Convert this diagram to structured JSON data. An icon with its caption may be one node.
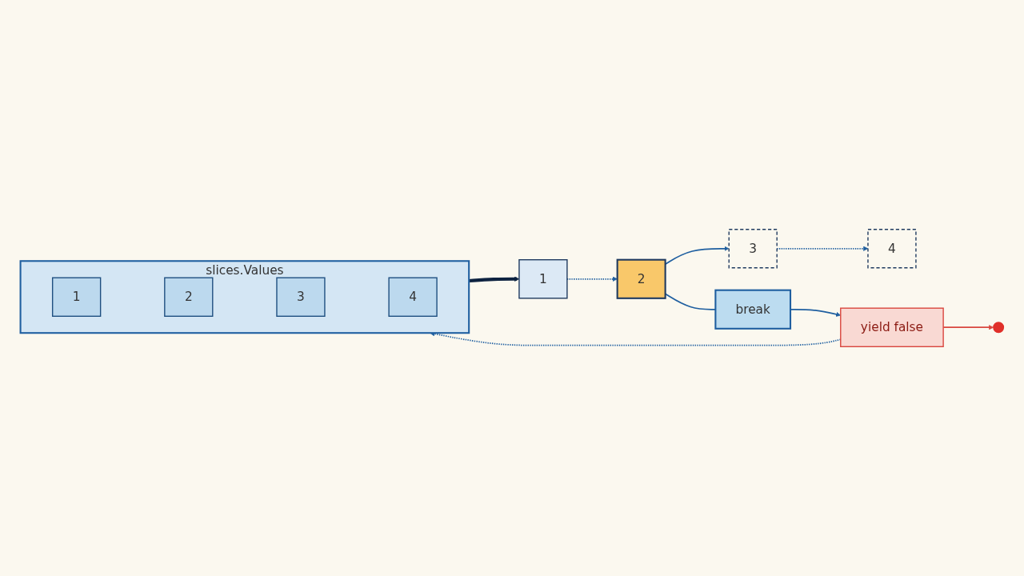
{
  "diagram": {
    "nodes": [
      {
        "text": [
          "slices.Values"
        ]
      },
      {
        "text": [
          "1"
        ],
        "in": 0
      },
      {
        "text": [
          "2"
        ],
        "in": 0
      },
      {
        "text": [
          "3"
        ],
        "in": 0
      },
      {
        "text": [
          "4"
        ],
        "in": 0
      },
      {
        "text": [
          "1"
        ]
      },
      {
        "text": [
          "2"
        ]
      },
      {
        "text": [
          "3"
        ]
      },
      {
        "text": [
          "4"
        ]
      },
      {
        "text": [
          "break"
        ]
      },
      {
        "text": [
          "yield false"
        ]
      },
      {
        "text": [],
        "shape": "circle"
      }
    ],
    "edges": [
      {
        "from": 0,
        "to": 5,
        "arrow": "to",
        "style": "thick",
        "color": "#0d2240"
      },
      {
        "from": 5,
        "to": 6,
        "arrow": "to",
        "style": "dashed"
      },
      {
        "from": 6,
        "to": 7,
        "arrow": "to"
      },
      {
        "from": 7,
        "to": 8,
        "arrow": "to",
        "style": "dashed"
      },
      {
        "from": 6,
        "to": 9,
        "arrow": "none"
      },
      {
        "from": 9,
        "to": 10,
        "arrow": "to"
      },
      {
        "from": 10,
        "to": 11,
        "arrow": "to",
        "color": "#d9463e"
      },
      {
        "from": 10,
        "to": 0,
        "arrow": "to",
        "style": "dashed"
      }
    ]
  }
}
